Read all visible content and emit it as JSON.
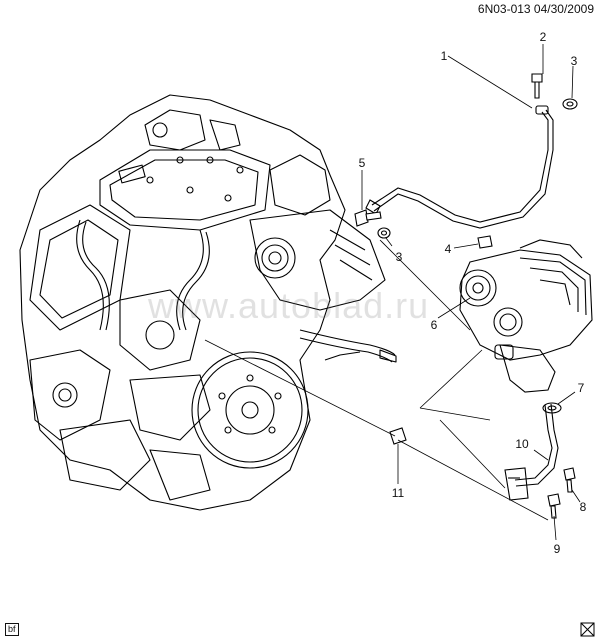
{
  "header": {
    "diagram_ref": "6N03-013  04/30/2009"
  },
  "footer": {
    "tag": "bf"
  },
  "watermark": {
    "text": "www.autoblad.ru"
  },
  "callouts": {
    "c1": "1",
    "c2": "2",
    "c3a": "3",
    "c3b": "3",
    "c4": "4",
    "c5": "5",
    "c6": "6",
    "c7": "7",
    "c8": "8",
    "c9": "9",
    "c10": "10",
    "c11": "11"
  }
}
